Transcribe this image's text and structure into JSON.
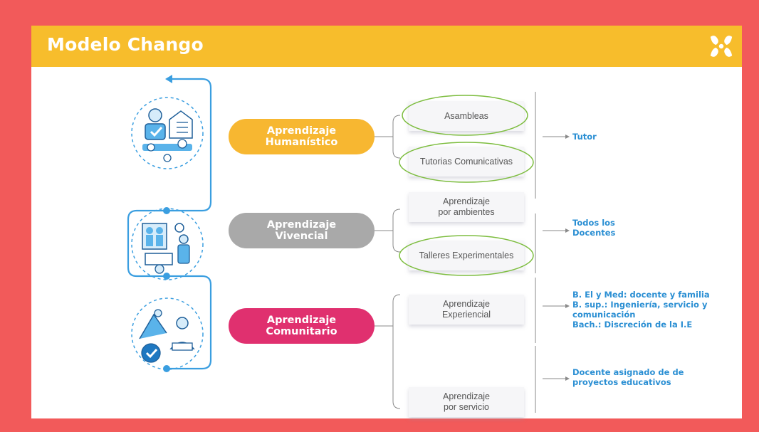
{
  "header": {
    "title": "Modelo Chango"
  },
  "colors": {
    "frame": "#f25a5a",
    "banner": "#f7bd2c",
    "humanistico": "#f7b731",
    "vivencial": "#a9a9a9",
    "comunitario": "#e0306f",
    "role_text": "#2b8fd3",
    "loop_line": "#3a9ee0",
    "highlight": "#7dbd3f"
  },
  "icons": [
    "humanistic-illustration-icon",
    "vivencial-illustration-icon",
    "comunitario-illustration-icon"
  ],
  "pillars": [
    {
      "label": "Aprendizaje\nHumanístico",
      "color": "#f7b731"
    },
    {
      "label": "Aprendizaje\nVivencial",
      "color": "#a9a9a9"
    },
    {
      "label": "Aprendizaje\nComunitario",
      "color": "#e0306f"
    }
  ],
  "activities": [
    {
      "label": "Asambleas",
      "highlighted": true
    },
    {
      "label": "Tutorias Comunicativas",
      "highlighted": true
    },
    {
      "label": "Aprendizaje\npor ambientes",
      "highlighted": false
    },
    {
      "label": "Talleres Experimentales",
      "highlighted": true
    },
    {
      "label": "Aprendizaje\nExperiencial",
      "highlighted": false
    },
    {
      "label": "Aprendizaje\npor servicio",
      "highlighted": false
    }
  ],
  "roles": [
    "Tutor",
    "Todos los\nDocentes",
    "B. El y Med:  docente y familia\nB. sup.: Ingeniería, servicio y\ncomunicación\nBach.: Discreción de la I.E",
    "Docente asignado de de\nproyectos educativos"
  ]
}
